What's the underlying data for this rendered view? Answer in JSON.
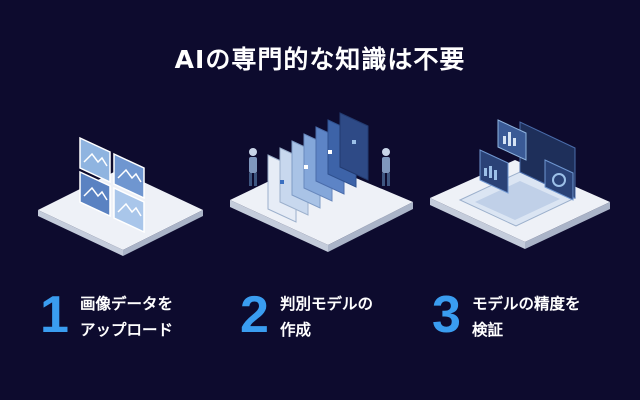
{
  "title": "AIの専門的な知識は不要",
  "steps": [
    {
      "number": "1",
      "line1": "画像データを",
      "line2": "アップロード"
    },
    {
      "number": "2",
      "line1": "判別モデルの",
      "line2": "作成"
    },
    {
      "number": "3",
      "line1": "モデルの精度を",
      "line2": "検証"
    }
  ],
  "colors": {
    "background": "#0d0b2e",
    "accent": "#3a9df0",
    "platform_top": "#eef1f7",
    "platform_side": "#c4ccdb",
    "panel_light": "#9cc0e8",
    "panel_dark": "#2e4a86"
  }
}
